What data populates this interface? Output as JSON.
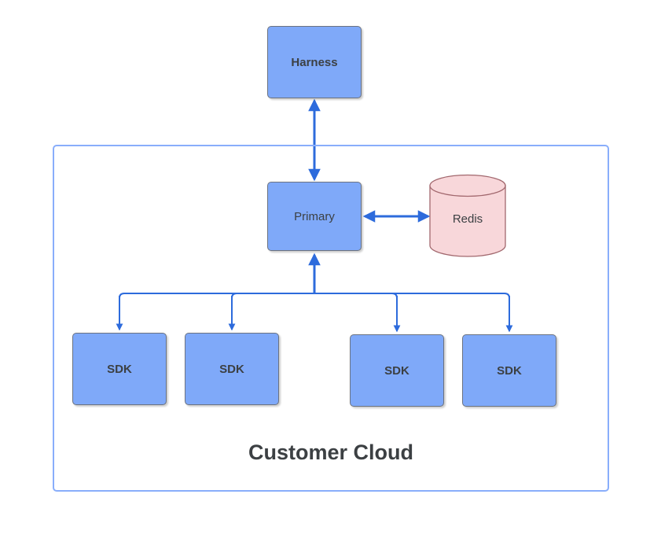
{
  "diagram": {
    "title_label": "Customer Cloud",
    "colors": {
      "node_fill": "#7FA9F9",
      "node_stroke": "#6C7380",
      "datastore_fill": "#F8D7DA",
      "datastore_stroke": "#A2686E",
      "connector": "#2D6BDC",
      "container_border": "#89AEFB",
      "text": "#3C4043",
      "background": "#FFFFFF"
    },
    "nodes": {
      "harness": {
        "label": "Harness",
        "shape": "rounded-rectangle"
      },
      "primary": {
        "label": "Primary",
        "shape": "rounded-rectangle"
      },
      "redis": {
        "label": "Redis",
        "shape": "cylinder"
      },
      "sdks": [
        {
          "label": "SDK",
          "shape": "rounded-rectangle"
        },
        {
          "label": "SDK",
          "shape": "rounded-rectangle"
        },
        {
          "label": "SDK",
          "shape": "rounded-rectangle"
        },
        {
          "label": "SDK",
          "shape": "rounded-rectangle"
        }
      ]
    },
    "connectors": [
      {
        "from": "harness",
        "to": "primary",
        "arrow": "double",
        "orientation": "vertical"
      },
      {
        "from": "primary",
        "to": "redis",
        "arrow": "double",
        "orientation": "horizontal"
      },
      {
        "from": "sdk-bus",
        "to": "primary",
        "arrow": "single",
        "orientation": "vertical"
      },
      {
        "from": "sdk-bus",
        "to": "sdk-1",
        "arrow": "single",
        "orientation": "vertical"
      },
      {
        "from": "sdk-bus",
        "to": "sdk-2",
        "arrow": "single",
        "orientation": "vertical"
      },
      {
        "from": "sdk-bus",
        "to": "sdk-3",
        "arrow": "single",
        "orientation": "vertical"
      },
      {
        "from": "sdk-bus",
        "to": "sdk-4",
        "arrow": "single",
        "orientation": "vertical"
      }
    ]
  }
}
